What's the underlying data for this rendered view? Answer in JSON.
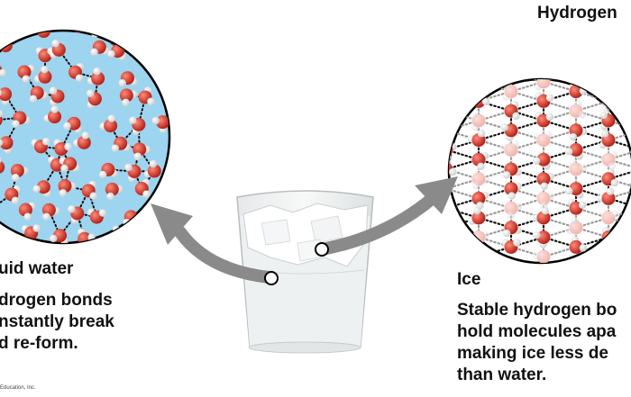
{
  "top_label": "Hydrogen",
  "liquid": {
    "title": "uid water",
    "lines": [
      "drogen bonds",
      "nstantly break",
      "d re-form."
    ]
  },
  "ice": {
    "title": "Ice",
    "lines": [
      "Stable hydrogen bo",
      "hold molecules apa",
      "making ice less de",
      "than water."
    ]
  },
  "copyright": "Education, Inc.",
  "colors": {
    "water_bg": "#9dd4ef",
    "oxygen": "#d2392d",
    "hydrogen": "#ffffff",
    "arrow": "#8a8a8a",
    "bond": "#111111"
  }
}
